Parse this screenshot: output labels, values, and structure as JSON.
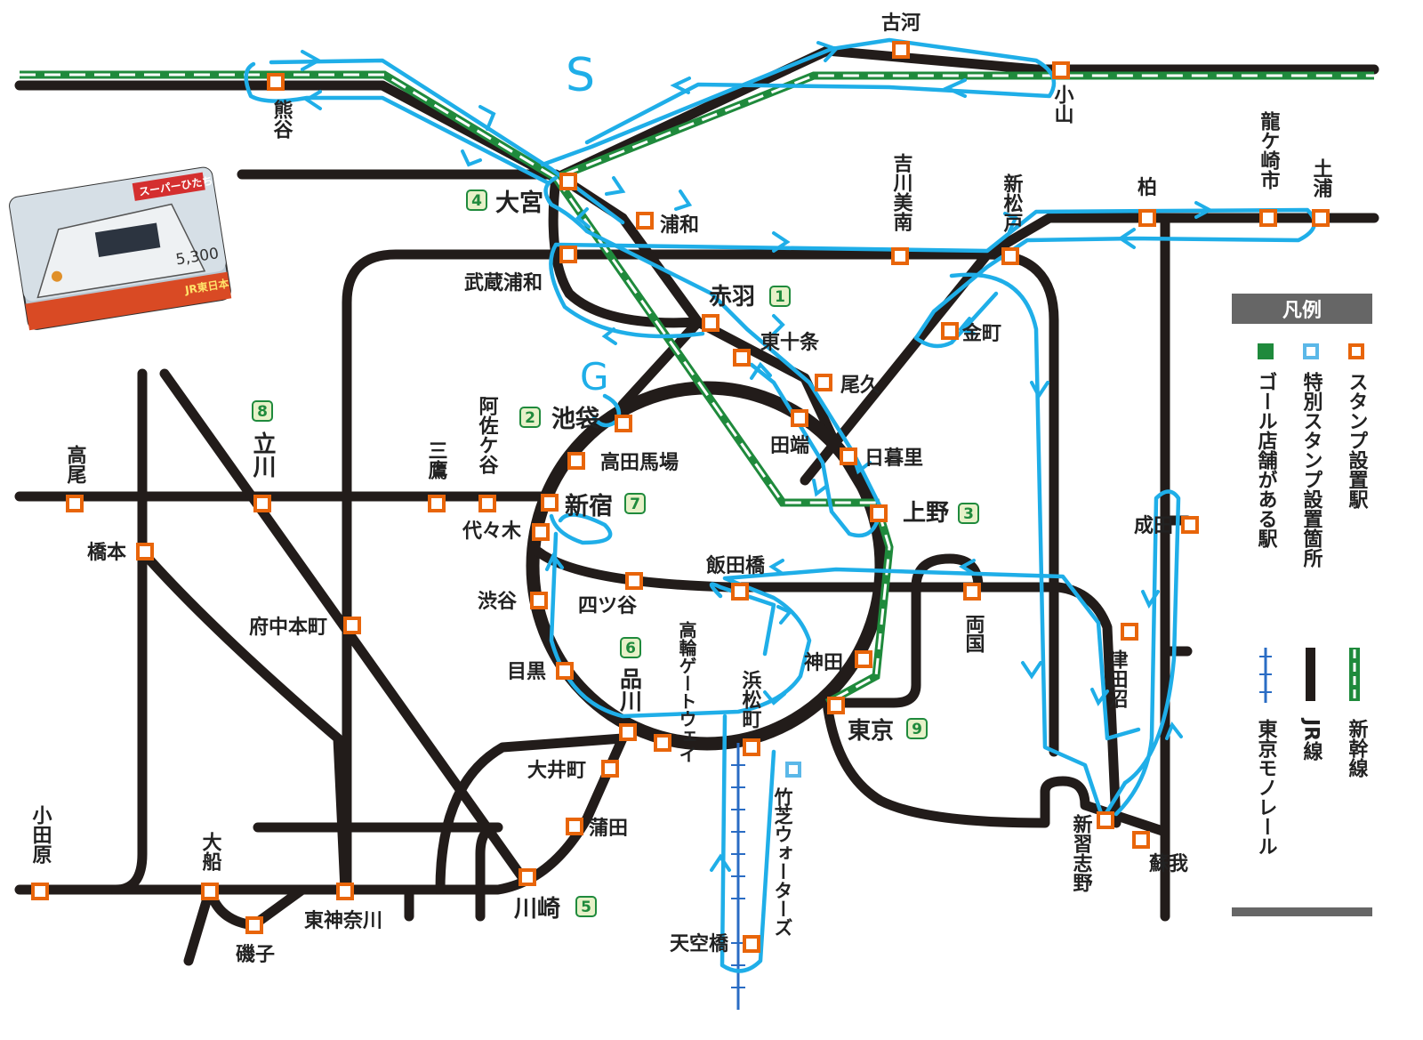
{
  "colors": {
    "rail": "#221c1a",
    "shinkansen": "#1f8a3c",
    "stamp": "#e8650a",
    "special_stamp": "#5bb8e8",
    "goal": "#1f8a3c",
    "monorail": "#2a6cc4",
    "route": "#1faee8",
    "legend_bar": "#666666"
  },
  "annotations": {
    "start": "S",
    "goal": "G"
  },
  "ticket": {
    "name": "スーパーひたち",
    "price": "5,300",
    "issuer": "JR東日本"
  },
  "legend": {
    "title": "凡例",
    "items": [
      {
        "marker": "stamp",
        "label": "スタンプ設置駅"
      },
      {
        "marker": "special",
        "label": "特別スタンプ設置箇所"
      },
      {
        "marker": "goal",
        "label": "ゴール店舗がある駅"
      },
      {
        "marker": "shinkansen",
        "label": "新幹線"
      },
      {
        "marker": "jr",
        "label": "JR線"
      },
      {
        "marker": "monorail",
        "label": "東京モノレール"
      }
    ]
  },
  "goal_badges": [
    "1",
    "2",
    "3",
    "4",
    "5",
    "6",
    "7",
    "8",
    "9"
  ],
  "stations": [
    {
      "id": "kumagaya",
      "name": "熊谷"
    },
    {
      "id": "koga",
      "name": "古河"
    },
    {
      "id": "oyama",
      "name": "小山"
    },
    {
      "id": "omiya",
      "name": "大宮"
    },
    {
      "id": "urawa",
      "name": "浦和"
    },
    {
      "id": "musashi-urawa",
      "name": "武蔵浦和"
    },
    {
      "id": "yoshikawa-minami",
      "name": "吉川美南"
    },
    {
      "id": "shin-matsudo",
      "name": "新松戸"
    },
    {
      "id": "kashiwa",
      "name": "柏"
    },
    {
      "id": "ryugasaki",
      "name": "龍ケ崎市"
    },
    {
      "id": "tsuchiura",
      "name": "土浦"
    },
    {
      "id": "kanamachi",
      "name": "金町"
    },
    {
      "id": "akabane",
      "name": "赤羽"
    },
    {
      "id": "higashi-jujo",
      "name": "東十条"
    },
    {
      "id": "oku",
      "name": "尾久"
    },
    {
      "id": "tabata",
      "name": "田端"
    },
    {
      "id": "nippori",
      "name": "日暮里"
    },
    {
      "id": "ueno",
      "name": "上野"
    },
    {
      "id": "ikebukuro",
      "name": "池袋"
    },
    {
      "id": "takadanobaba",
      "name": "高田馬場"
    },
    {
      "id": "shinjuku",
      "name": "新宿"
    },
    {
      "id": "yoyogi",
      "name": "代々木"
    },
    {
      "id": "shibuya",
      "name": "渋谷"
    },
    {
      "id": "yotsuya",
      "name": "四ツ谷"
    },
    {
      "id": "iidabashi",
      "name": "飯田橋"
    },
    {
      "id": "ryogoku",
      "name": "両国"
    },
    {
      "id": "kanda",
      "name": "神田"
    },
    {
      "id": "tokyo",
      "name": "東京"
    },
    {
      "id": "meguro",
      "name": "目黒"
    },
    {
      "id": "shinagawa",
      "name": "品川"
    },
    {
      "id": "takanawa",
      "name": "高輪ゲートウェイ"
    },
    {
      "id": "hamamatsucho",
      "name": "浜松町"
    },
    {
      "id": "takeshiba",
      "name": "竹芝ウォーターズ"
    },
    {
      "id": "oimachi",
      "name": "大井町"
    },
    {
      "id": "kamata",
      "name": "蒲田"
    },
    {
      "id": "kawasaki",
      "name": "川崎"
    },
    {
      "id": "tenkubashi",
      "name": "天空橋"
    },
    {
      "id": "takao",
      "name": "高尾"
    },
    {
      "id": "tachikawa",
      "name": "立川"
    },
    {
      "id": "mitaka",
      "name": "三鷹"
    },
    {
      "id": "asagaya",
      "name": "阿佐ケ谷"
    },
    {
      "id": "hashimoto",
      "name": "橋本"
    },
    {
      "id": "fuchuhommachi",
      "name": "府中本町"
    },
    {
      "id": "odawara",
      "name": "小田原"
    },
    {
      "id": "ofuna",
      "name": "大船"
    },
    {
      "id": "isogo",
      "name": "磯子"
    },
    {
      "id": "higashi-kanagawa",
      "name": "東神奈川"
    },
    {
      "id": "narita",
      "name": "成田"
    },
    {
      "id": "tsudanuma",
      "name": "津田沼"
    },
    {
      "id": "shin-narashino",
      "name": "新習志野"
    },
    {
      "id": "soga",
      "name": "蘇我"
    }
  ]
}
